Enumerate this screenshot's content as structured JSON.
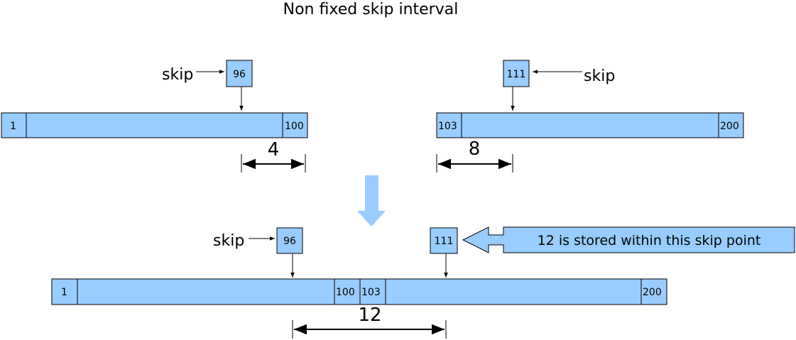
{
  "title": "Non fixed skip interval",
  "top_left": {
    "skip_label": "skip",
    "skip_value": "96",
    "start": "1",
    "end": "100",
    "distance": "4"
  },
  "top_right": {
    "skip_label": "skip",
    "skip_value": "111",
    "start": "103",
    "end": "200",
    "distance": "8"
  },
  "bottom": {
    "skip_label": "skip",
    "skip_value_1": "96",
    "skip_value_2": "111",
    "start": "1",
    "mid_end": "100",
    "mid_start": "103",
    "end": "200",
    "distance": "12",
    "note": "12 is stored within this skip point"
  },
  "colors": {
    "block_fill": "#99ccff",
    "down_arrow": "#99ccff"
  }
}
